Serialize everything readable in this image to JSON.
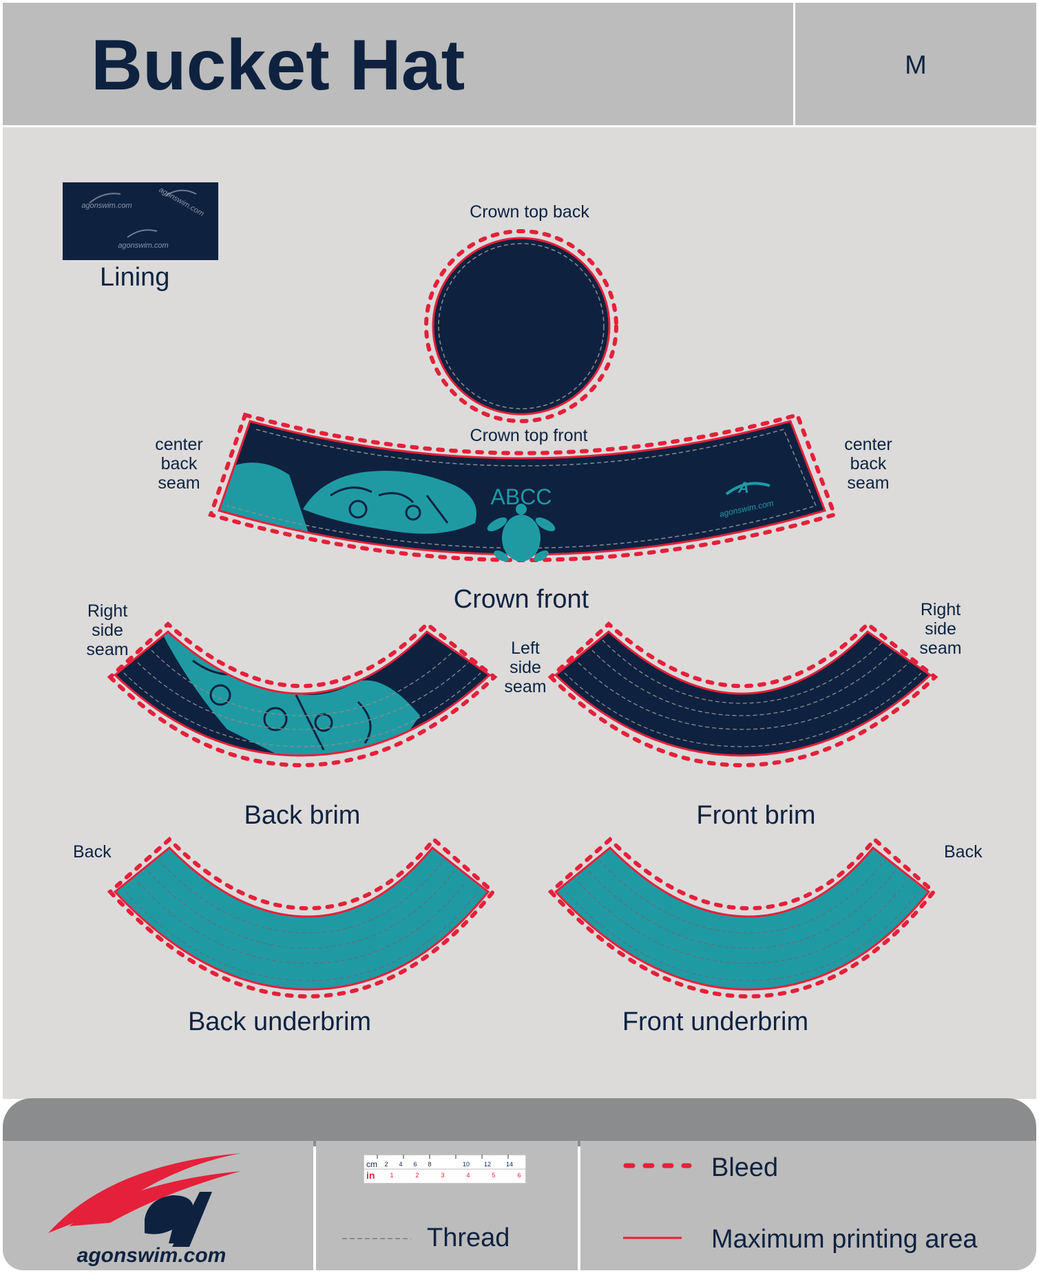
{
  "header": {
    "title": "Bucket Hat",
    "size": "M"
  },
  "lining": {
    "label": "Lining",
    "logo_text": "agonswim.com"
  },
  "pieces": {
    "crown_top_back": "Crown top back",
    "crown_top_front": "Crown top front",
    "crown_front": "Crown front",
    "crown_front_text": "ABCC",
    "crown_front_logo": "agonswim.com",
    "back_brim": "Back brim",
    "front_brim": "Front brim",
    "back_underbrim": "Back underbrim",
    "front_underbrim": "Front underbrim"
  },
  "seams": {
    "center_back_seam": [
      "center",
      "back",
      "seam"
    ],
    "right_side_seam": [
      "Right",
      "side",
      "seam"
    ],
    "left_side_seam": [
      "Left",
      "side",
      "seam"
    ],
    "back": "Back"
  },
  "footer": {
    "brand": "agonswim.com",
    "ruler": {
      "cm_label": "cm",
      "in_label": "in",
      "cm_ticks": [
        "2",
        "4",
        "6",
        "8",
        "10",
        "12",
        "14"
      ],
      "in_ticks": [
        "1",
        "2",
        "3",
        "4",
        "5",
        "6"
      ]
    },
    "legend": {
      "thread": "Thread",
      "bleed": "Bleed",
      "max_print": "Maximum printing area"
    }
  },
  "colors": {
    "navy": "#0e2240",
    "teal": "#1f9aa3",
    "red": "#e5203a",
    "gray_bar": "#bcbcbc",
    "canvas": "#dcdbda"
  }
}
